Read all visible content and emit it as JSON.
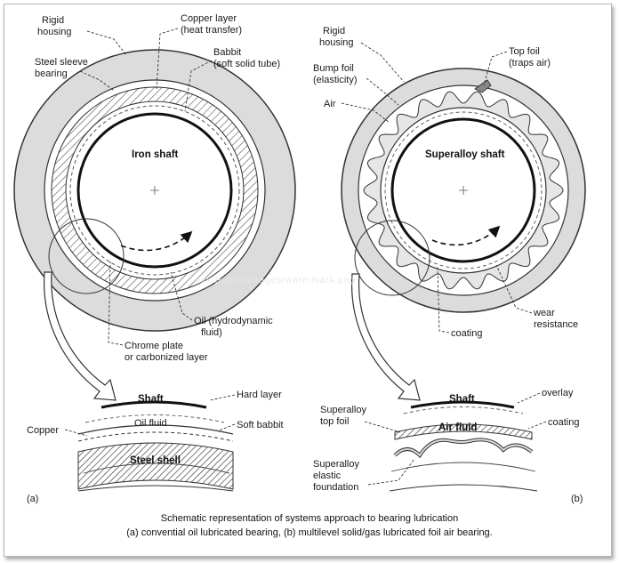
{
  "diagram_a": {
    "labels": {
      "rigid_housing": [
        "Rigid",
        "housing"
      ],
      "copper_layer": [
        "Copper layer",
        "(heat transfer)"
      ],
      "steel_sleeve": [
        "Steel sleeve",
        "bearing"
      ],
      "babbit": [
        "Babbit",
        "(soft solid tube)"
      ],
      "iron_shaft": "Iron shaft",
      "oil": [
        "Oil (hydrodynamic",
        "fluid)"
      ],
      "chrome": [
        "Chrome plate",
        "or carbonized layer"
      ]
    },
    "detail": {
      "shaft": "Shaft",
      "hard_layer": "Hard layer",
      "oil_fluid": "Oil fluid",
      "copper": "Copper",
      "soft_babbit": "Soft babbit",
      "steel_shell": "Steel shell"
    },
    "tag": "(a)"
  },
  "diagram_b": {
    "labels": {
      "rigid_housing": [
        "Rigid",
        "housing"
      ],
      "top_foil": [
        "Top foil",
        "(traps air)"
      ],
      "bump_foil": [
        "Bump foil",
        "(elasticity)"
      ],
      "air": "Air",
      "superalloy_shaft": "Superalloy shaft",
      "coating": "coating",
      "wear": [
        "wear",
        "resistance"
      ]
    },
    "detail": {
      "shaft": "Shaft",
      "overlay": "overlay",
      "top_foil": [
        "Superalloy",
        "top foil"
      ],
      "coating": "coating",
      "air_fluid": "Air fluid",
      "elastic": [
        "Superalloy",
        "elastic",
        "foundation"
      ]
    },
    "tag": "(b)"
  },
  "caption": {
    "line1": "Schematic representation of systems approach to bearing lubrication",
    "line2": "(a) convential oil lubricated  bearing, (b) multilevel solid/gas lubricated foil air bearing."
  },
  "watermark": "xxx/Public/images/watermark.png"
}
